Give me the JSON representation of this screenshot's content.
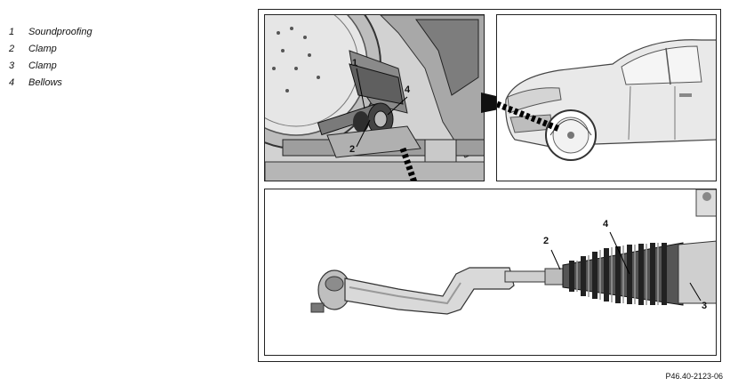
{
  "legend": [
    {
      "num": "1",
      "label": "Soundproofing"
    },
    {
      "num": "2",
      "label": "Clamp"
    },
    {
      "num": "3",
      "label": "Clamp"
    },
    {
      "num": "4",
      "label": "Bellows"
    }
  ],
  "callouts": {
    "detail_1": "1",
    "detail_2": "2",
    "detail_4": "4",
    "rod_2": "2",
    "rod_4": "4",
    "rod_3": "3"
  },
  "figure_code": "P46.40-2123-06"
}
